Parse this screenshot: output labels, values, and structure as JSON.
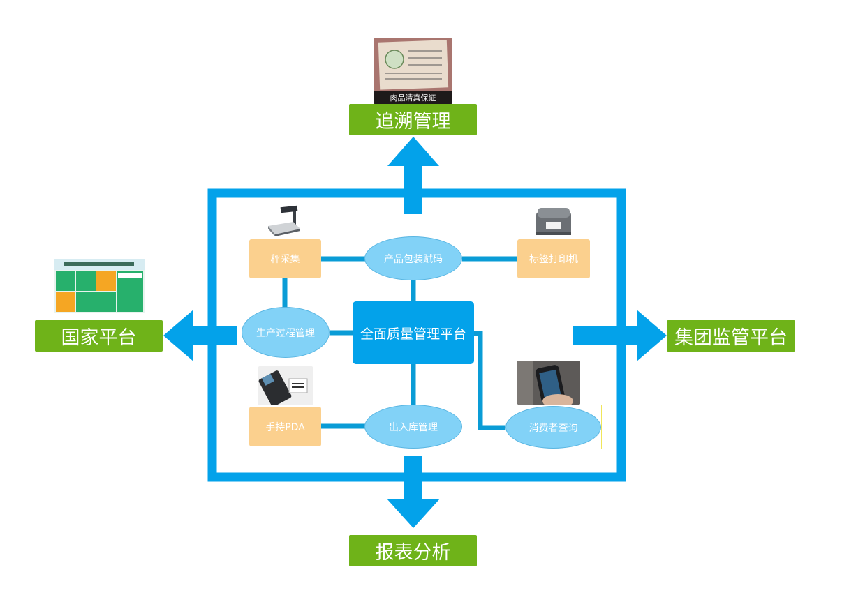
{
  "outputs": {
    "top": "追溯管理",
    "left": "国家平台",
    "right": "集团监管平台",
    "bottom": "报表分析"
  },
  "center": "全面质量管理平台",
  "devices": {
    "scale": "秤采集",
    "printer": "标签打印机",
    "pda": "手持PDA"
  },
  "processes": {
    "packaging": "产品包装赋码",
    "production": "生产过程管理",
    "warehouse": "出入库管理",
    "consumer": "消费者查询"
  },
  "photos": {
    "certificate_caption": "肉品清真保证"
  },
  "colors": {
    "frame_blue": "#03a2ea",
    "connector_blue": "#0a9cd6",
    "green": "#6fb319",
    "orange": "#fbd08e",
    "ellipse": "#82d2f7"
  }
}
